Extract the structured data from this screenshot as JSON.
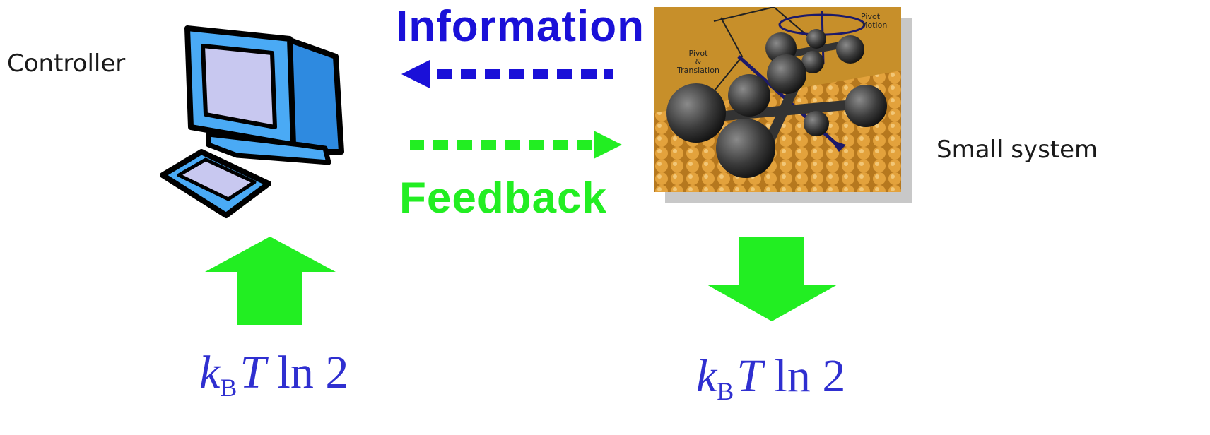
{
  "controller_label": "Controller",
  "small_system_label": "Small system",
  "information_label": "Information",
  "feedback_label": "Feedback",
  "formula_left": {
    "k": "k",
    "sub": "B",
    "T": "T",
    "ln": "ln",
    "two": "2"
  },
  "formula_right": {
    "k": "k",
    "sub": "B",
    "T": "T",
    "ln": "ln",
    "two": "2"
  },
  "image_labels": {
    "pivot_motion": [
      "Pivot",
      "Motion"
    ],
    "pivot_translation": [
      "Pivot",
      "&",
      "Translation"
    ]
  },
  "colors": {
    "information": "#1a10d8",
    "feedback": "#22ee22",
    "formula": "#2f2fd0",
    "arrow": "#22ee22",
    "monitor": "#3aa0f0",
    "image_bg": "#c78f2a"
  }
}
